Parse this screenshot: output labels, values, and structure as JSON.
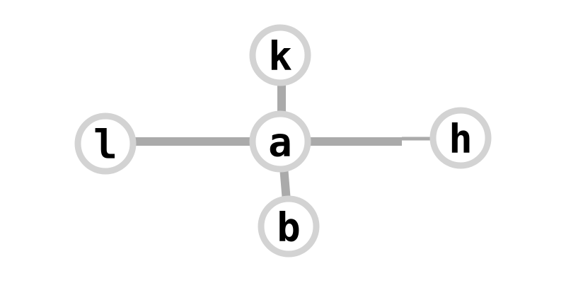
{
  "graph": {
    "nodes": [
      {
        "id": "k",
        "label": "k"
      },
      {
        "id": "l",
        "label": "l"
      },
      {
        "id": "a",
        "label": "a"
      },
      {
        "id": "h",
        "label": "h"
      },
      {
        "id": "b",
        "label": "b"
      }
    ],
    "edges": [
      {
        "from": "a",
        "to": "k"
      },
      {
        "from": "a",
        "to": "l"
      },
      {
        "from": "a",
        "to": "h"
      },
      {
        "from": "a",
        "to": "b"
      }
    ],
    "colors": {
      "edge": "#aaaaaa",
      "node_fill": "#ffffff",
      "node_stroke": "#d3d3d3",
      "label": "#000000"
    }
  }
}
